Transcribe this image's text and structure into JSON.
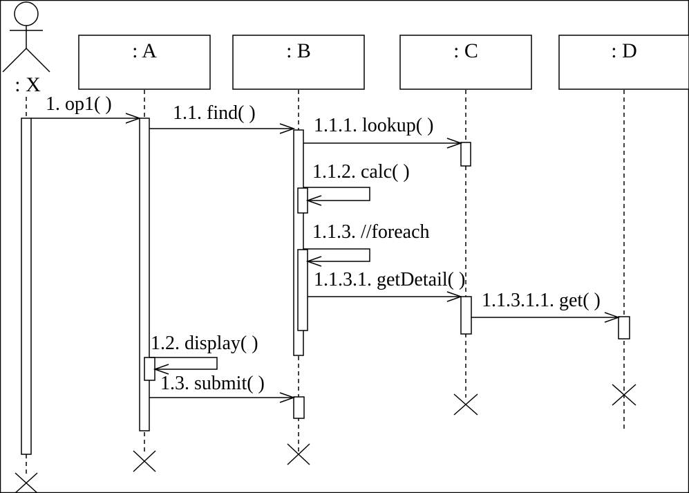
{
  "actor": {
    "label": ": X"
  },
  "objects": [
    {
      "id": "A",
      "label": ": A"
    },
    {
      "id": "B",
      "label": ": B"
    },
    {
      "id": "C",
      "label": ": C"
    },
    {
      "id": "D",
      "label": ": D"
    }
  ],
  "messages": [
    {
      "id": "op1",
      "label": "1. op1( )"
    },
    {
      "id": "find",
      "label": "1.1. find( )"
    },
    {
      "id": "lookup",
      "label": "1.1.1. lookup( )"
    },
    {
      "id": "calc",
      "label": "1.1.2. calc( )"
    },
    {
      "id": "foreach",
      "label": "1.1.3. //foreach"
    },
    {
      "id": "getDetail",
      "label": "1.1.3.1. getDetail( )"
    },
    {
      "id": "get",
      "label": "1.1.3.1.1. get( )"
    },
    {
      "id": "display",
      "label": "1.2. display( )"
    },
    {
      "id": "submit",
      "label": "1.3. submit( )"
    }
  ]
}
